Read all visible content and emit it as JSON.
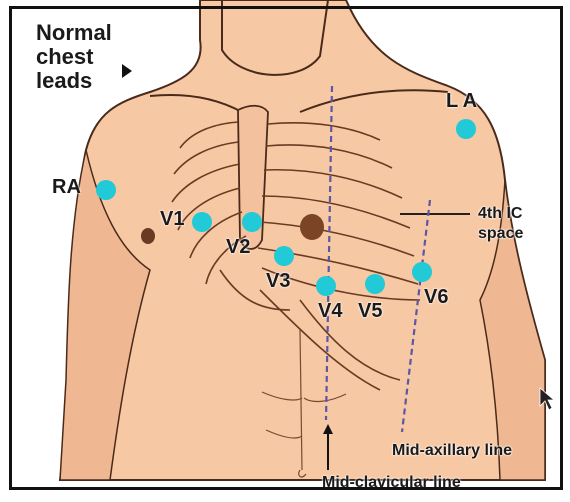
{
  "title": {
    "line1": "Normal",
    "line2": "chest",
    "line3": "leads"
  },
  "leads": {
    "RA": "RA",
    "LA": "L A",
    "V1": "V1",
    "V2": "V2",
    "V3": "V3",
    "V4": "V4",
    "V5": "V5",
    "V6": "V6"
  },
  "annotations": {
    "ic_space_line1": "4th IC",
    "ic_space_line2": "space",
    "mid_axillary": "Mid-axillary line",
    "mid_clavicular": "Mid-clavicular line"
  },
  "colors": {
    "electrode": "#22c9d6",
    "skin": "#f7c8a4",
    "skin_shadow": "#e7aa82",
    "outline": "#4a2a1a",
    "guide_line": "#5b57a6",
    "text": "#1a1a1a"
  }
}
